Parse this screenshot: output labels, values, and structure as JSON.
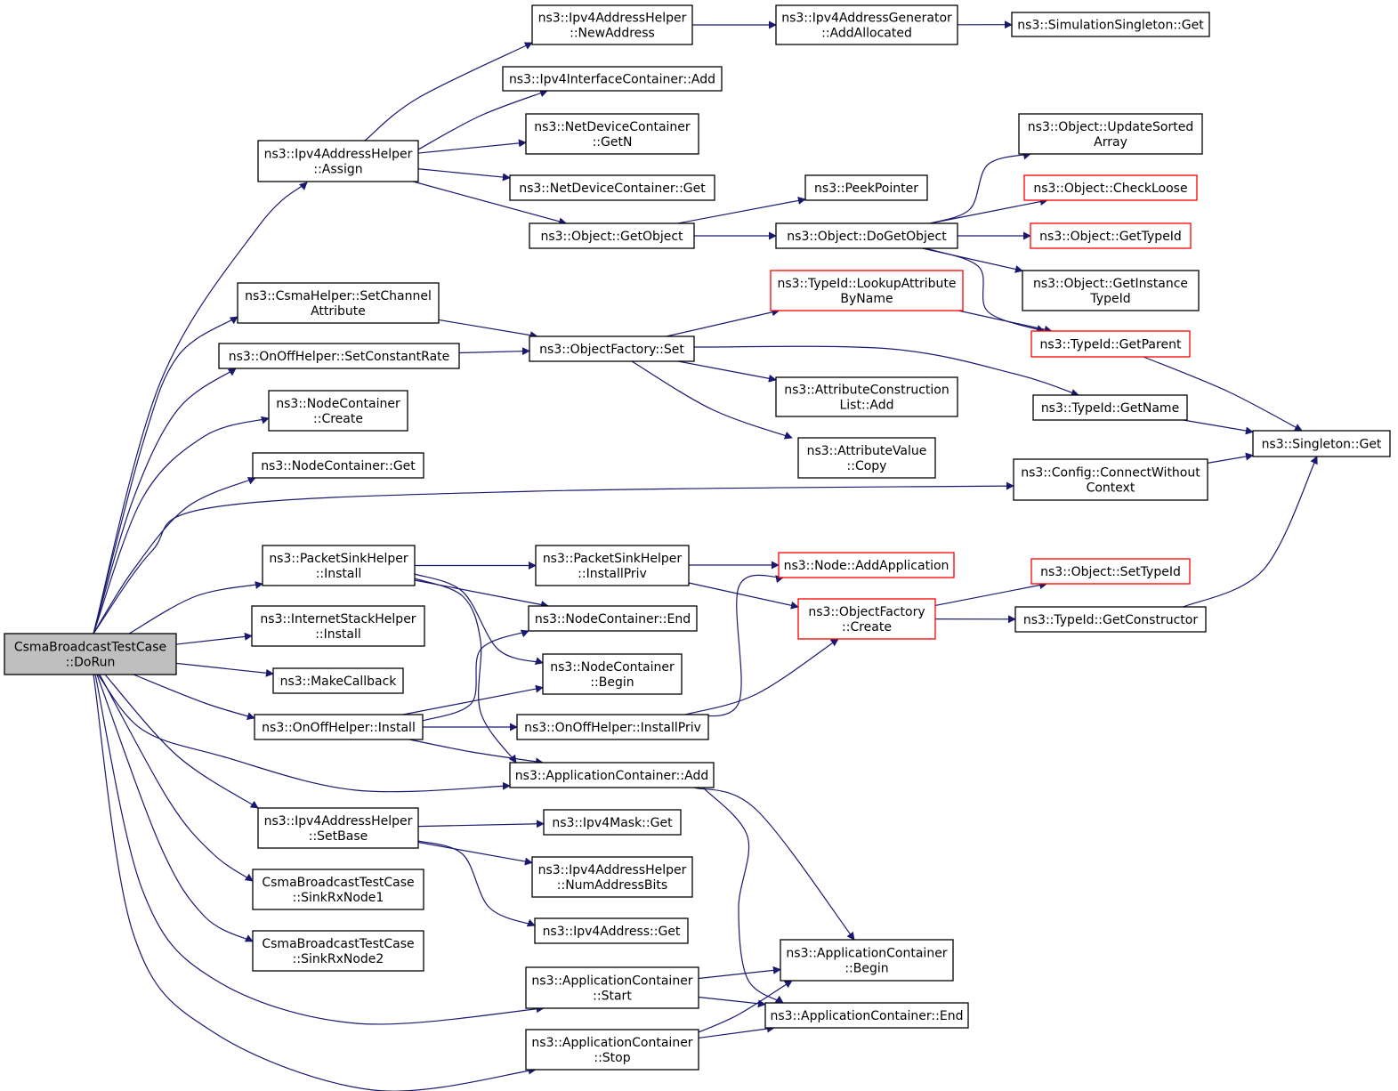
{
  "diagram": {
    "type": "call-graph",
    "colors": {
      "edge": "#191970",
      "node_border": "#000000",
      "truncated_border": "#ff0000",
      "root_fill": "#bfbfbf",
      "node_fill": "#ffffff"
    },
    "nodes": [
      {
        "id": "root",
        "lines": [
          "CsmaBroadcastTestCase",
          "::DoRun"
        ],
        "style": "root"
      },
      {
        "id": "assign",
        "lines": [
          "ns3::Ipv4AddressHelper",
          "::Assign"
        ]
      },
      {
        "id": "newaddr",
        "lines": [
          "ns3::Ipv4AddressHelper",
          "::NewAddress"
        ]
      },
      {
        "id": "allocated",
        "lines": [
          "ns3::Ipv4AddressGenerator",
          "::AddAllocated"
        ]
      },
      {
        "id": "simsingleton",
        "lines": [
          "ns3::SimulationSingleton::Get"
        ]
      },
      {
        "id": "ifcadd",
        "lines": [
          "ns3::Ipv4InterfaceContainer::Add"
        ]
      },
      {
        "id": "ndcgetn",
        "lines": [
          "ns3::NetDeviceContainer",
          "::GetN"
        ]
      },
      {
        "id": "ndcget",
        "lines": [
          "ns3::NetDeviceContainer::Get"
        ]
      },
      {
        "id": "getobject",
        "lines": [
          "ns3::Object::GetObject"
        ]
      },
      {
        "id": "peek",
        "lines": [
          "ns3::PeekPointer"
        ]
      },
      {
        "id": "dogetobject",
        "lines": [
          "ns3::Object::DoGetObject"
        ]
      },
      {
        "id": "updatesorted",
        "lines": [
          "ns3::Object::UpdateSorted",
          "Array"
        ]
      },
      {
        "id": "checkloose",
        "lines": [
          "ns3::Object::CheckLoose"
        ],
        "style": "truncated"
      },
      {
        "id": "gettypeid",
        "lines": [
          "ns3::Object::GetTypeId"
        ],
        "style": "truncated"
      },
      {
        "id": "instancetypeid",
        "lines": [
          "ns3::Object::GetInstance",
          "TypeId"
        ]
      },
      {
        "id": "setchannel",
        "lines": [
          "ns3::CsmaHelper::SetChannel",
          "Attribute"
        ]
      },
      {
        "id": "constrate",
        "lines": [
          "ns3::OnOffHelper::SetConstantRate"
        ]
      },
      {
        "id": "factset",
        "lines": [
          "ns3::ObjectFactory::Set"
        ]
      },
      {
        "id": "lookupattr",
        "lines": [
          "ns3::TypeId::LookupAttribute",
          "ByName"
        ],
        "style": "truncated"
      },
      {
        "id": "getparent",
        "lines": [
          "ns3::TypeId::GetParent"
        ],
        "style": "truncated"
      },
      {
        "id": "attrlistadd",
        "lines": [
          "ns3::AttributeConstruction",
          "List::Add"
        ]
      },
      {
        "id": "getname",
        "lines": [
          "ns3::TypeId::GetName"
        ]
      },
      {
        "id": "attrcopy",
        "lines": [
          "ns3::AttributeValue",
          "::Copy"
        ]
      },
      {
        "id": "singletonget",
        "lines": [
          "ns3::Singleton::Get"
        ]
      },
      {
        "id": "nccreate",
        "lines": [
          "ns3::NodeContainer",
          "::Create"
        ]
      },
      {
        "id": "ncget",
        "lines": [
          "ns3::NodeContainer::Get"
        ]
      },
      {
        "id": "connect",
        "lines": [
          "ns3::Config::ConnectWithout",
          "Context"
        ]
      },
      {
        "id": "psinstall",
        "lines": [
          "ns3::PacketSinkHelper",
          "::Install"
        ]
      },
      {
        "id": "psinstallpriv",
        "lines": [
          "ns3::PacketSinkHelper",
          "::InstallPriv"
        ]
      },
      {
        "id": "addapp",
        "lines": [
          "ns3::Node::AddApplication"
        ],
        "style": "truncated"
      },
      {
        "id": "setobjtypeid",
        "lines": [
          "ns3::Object::SetTypeId"
        ],
        "style": "truncated"
      },
      {
        "id": "ncend",
        "lines": [
          "ns3::NodeContainer::End"
        ]
      },
      {
        "id": "factcreate",
        "lines": [
          "ns3::ObjectFactory",
          "::Create"
        ],
        "style": "truncated"
      },
      {
        "id": "getctor",
        "lines": [
          "ns3::TypeId::GetConstructor"
        ]
      },
      {
        "id": "ishinstall",
        "lines": [
          "ns3::InternetStackHelper",
          "::Install"
        ]
      },
      {
        "id": "ncbegin",
        "lines": [
          "ns3::NodeContainer",
          "::Begin"
        ]
      },
      {
        "id": "makecb",
        "lines": [
          "ns3::MakeCallback"
        ]
      },
      {
        "id": "onoffinstall",
        "lines": [
          "ns3::OnOffHelper::Install"
        ]
      },
      {
        "id": "onoffpriv",
        "lines": [
          "ns3::OnOffHelper::InstallPriv"
        ]
      },
      {
        "id": "acadd",
        "lines": [
          "ns3::ApplicationContainer::Add"
        ]
      },
      {
        "id": "setbase",
        "lines": [
          "ns3::Ipv4AddressHelper",
          "::SetBase"
        ]
      },
      {
        "id": "maskget",
        "lines": [
          "ns3::Ipv4Mask::Get"
        ]
      },
      {
        "id": "numbits",
        "lines": [
          "ns3::Ipv4AddressHelper",
          "::NumAddressBits"
        ]
      },
      {
        "id": "addrget",
        "lines": [
          "ns3::Ipv4Address::Get"
        ]
      },
      {
        "id": "sink1",
        "lines": [
          "CsmaBroadcastTestCase",
          "::SinkRxNode1"
        ]
      },
      {
        "id": "sink2",
        "lines": [
          "CsmaBroadcastTestCase",
          "::SinkRxNode2"
        ]
      },
      {
        "id": "acbegin",
        "lines": [
          "ns3::ApplicationContainer",
          "::Begin"
        ]
      },
      {
        "id": "acstart",
        "lines": [
          "ns3::ApplicationContainer",
          "::Start"
        ]
      },
      {
        "id": "acend",
        "lines": [
          "ns3::ApplicationContainer::End"
        ]
      },
      {
        "id": "acstop",
        "lines": [
          "ns3::ApplicationContainer",
          "::Stop"
        ]
      }
    ],
    "edges": [
      [
        "root",
        "assign"
      ],
      [
        "root",
        "setchannel"
      ],
      [
        "root",
        "constrate"
      ],
      [
        "root",
        "nccreate"
      ],
      [
        "root",
        "ncget"
      ],
      [
        "root",
        "connect"
      ],
      [
        "root",
        "psinstall"
      ],
      [
        "root",
        "ishinstall"
      ],
      [
        "root",
        "makecb"
      ],
      [
        "root",
        "onoffinstall"
      ],
      [
        "root",
        "acadd"
      ],
      [
        "root",
        "setbase"
      ],
      [
        "root",
        "sink1"
      ],
      [
        "root",
        "sink2"
      ],
      [
        "root",
        "acstart"
      ],
      [
        "root",
        "acstop"
      ],
      [
        "assign",
        "newaddr"
      ],
      [
        "assign",
        "ifcadd"
      ],
      [
        "assign",
        "ndcgetn"
      ],
      [
        "assign",
        "ndcget"
      ],
      [
        "assign",
        "getobject"
      ],
      [
        "newaddr",
        "allocated"
      ],
      [
        "allocated",
        "simsingleton"
      ],
      [
        "getobject",
        "peek"
      ],
      [
        "getobject",
        "dogetobject"
      ],
      [
        "dogetobject",
        "updatesorted"
      ],
      [
        "dogetobject",
        "checkloose"
      ],
      [
        "dogetobject",
        "gettypeid"
      ],
      [
        "dogetobject",
        "instancetypeid"
      ],
      [
        "dogetobject",
        "getparent"
      ],
      [
        "setchannel",
        "factset"
      ],
      [
        "constrate",
        "factset"
      ],
      [
        "factset",
        "lookupattr"
      ],
      [
        "factset",
        "attrlistadd"
      ],
      [
        "factset",
        "getname"
      ],
      [
        "factset",
        "attrcopy"
      ],
      [
        "lookupattr",
        "getparent"
      ],
      [
        "getparent",
        "singletonget"
      ],
      [
        "getname",
        "singletonget"
      ],
      [
        "connect",
        "singletonget"
      ],
      [
        "getctor",
        "singletonget"
      ],
      [
        "psinstall",
        "psinstallpriv"
      ],
      [
        "psinstall",
        "ncend"
      ],
      [
        "psinstall",
        "ncbegin"
      ],
      [
        "psinstall",
        "acadd"
      ],
      [
        "psinstallpriv",
        "addapp"
      ],
      [
        "psinstallpriv",
        "factcreate"
      ],
      [
        "factcreate",
        "setobjtypeid"
      ],
      [
        "factcreate",
        "getctor"
      ],
      [
        "onoffinstall",
        "ncend"
      ],
      [
        "onoffinstall",
        "ncbegin"
      ],
      [
        "onoffinstall",
        "onoffpriv"
      ],
      [
        "onoffinstall",
        "acadd"
      ],
      [
        "onoffpriv",
        "addapp"
      ],
      [
        "onoffpriv",
        "factcreate"
      ],
      [
        "acadd",
        "acbegin"
      ],
      [
        "acadd",
        "acend"
      ],
      [
        "setbase",
        "maskget"
      ],
      [
        "setbase",
        "numbits"
      ],
      [
        "setbase",
        "addrget"
      ],
      [
        "acstart",
        "acbegin"
      ],
      [
        "acstart",
        "acend"
      ],
      [
        "acstop",
        "acbegin"
      ],
      [
        "acstop",
        "acend"
      ]
    ]
  }
}
